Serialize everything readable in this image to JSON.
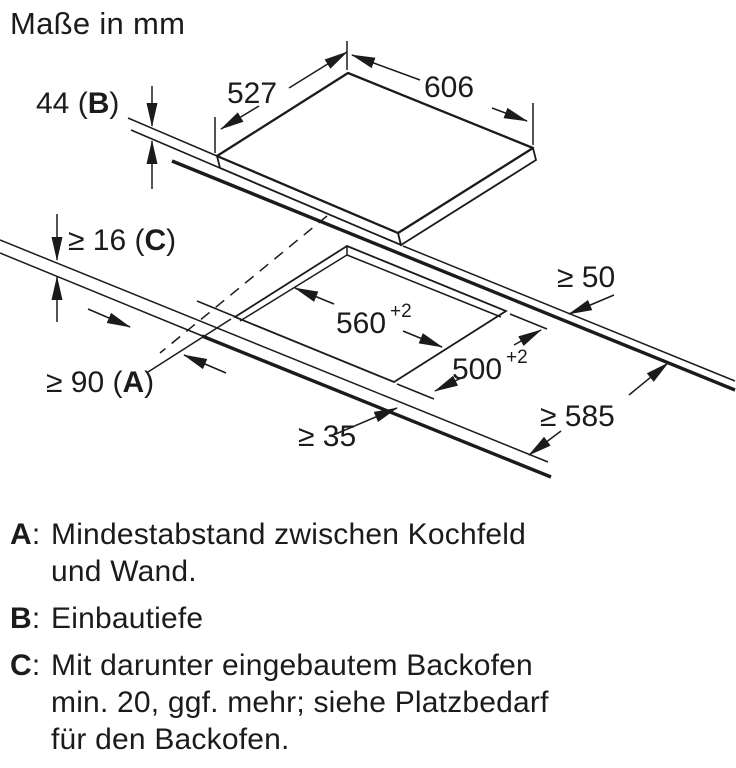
{
  "title": "Maße in mm",
  "colors": {
    "ink": "#1b1b1b",
    "background": "#ffffff"
  },
  "drawing": {
    "units_note": "mm",
    "dim_527": "527",
    "dim_606": "606",
    "dim_44": {
      "prefix": "44 (",
      "key": "B",
      "suffix": ")"
    },
    "dim_16": {
      "prefix": "≥ 16 (",
      "key": "C",
      "suffix": ")"
    },
    "dim_90": {
      "prefix": "≥ 90 (",
      "key": "A",
      "suffix": ")"
    },
    "dim_50": "≥ 50",
    "dim_585": "≥ 585",
    "dim_35": "≥ 35",
    "dim_560": {
      "base": "560",
      "sup": "+2"
    },
    "dim_500": {
      "base": "500",
      "sup": "+2"
    }
  },
  "legend": [
    {
      "key": "A",
      "sep": ":",
      "lines": [
        "Mindestabstand zwischen Kochfeld",
        "und Wand."
      ]
    },
    {
      "key": "B",
      "sep": ":",
      "lines": [
        "Einbautiefe"
      ]
    },
    {
      "key": "C",
      "sep": ":",
      "lines": [
        "Mit darunter eingebautem Backofen",
        "min. 20, ggf. mehr; siehe Platzbedarf",
        "für den Backofen."
      ]
    }
  ]
}
